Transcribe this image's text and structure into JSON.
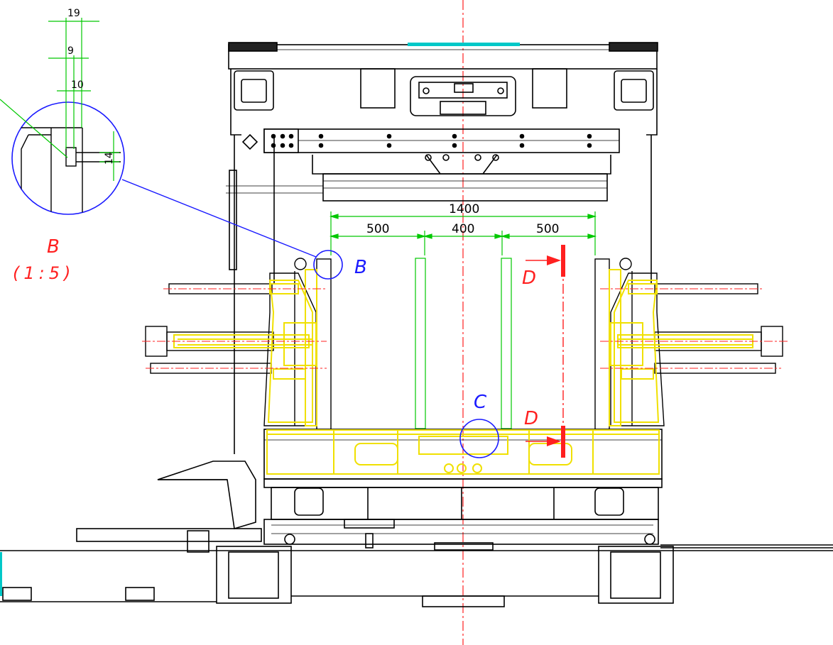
{
  "colors": {
    "linework": "#000000",
    "dimension": "#00c800",
    "highlight": "#f0e000",
    "centerline": "#ff2020",
    "detail": "#1a1aff",
    "accent": "#00c8c8"
  },
  "dimensions": {
    "overall": "1400",
    "left_span": "500",
    "middle_span": "400",
    "right_span": "500"
  },
  "detail_b": {
    "label": "B",
    "scale": "(1:5)",
    "dim_top": "19",
    "dim_mid": "9",
    "dim_low": "10",
    "dim_side": "14"
  },
  "detail_c": {
    "label": "C"
  },
  "section": {
    "label_top": "D",
    "label_bottom": "D"
  }
}
